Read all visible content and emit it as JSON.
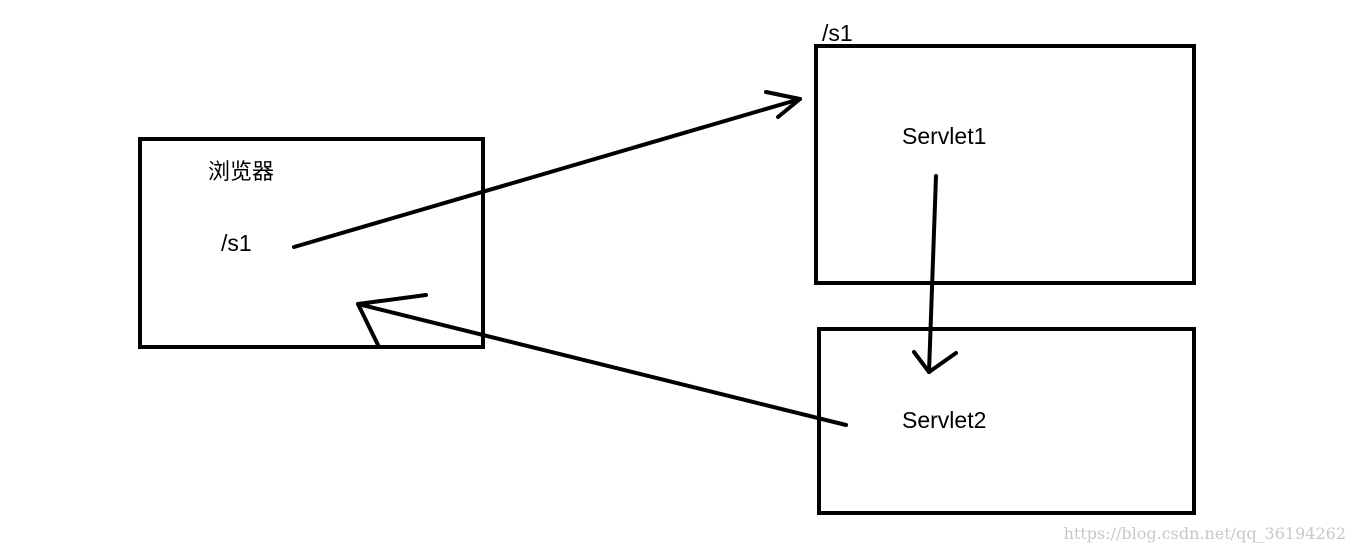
{
  "browser": {
    "title": "浏览器",
    "path": "/s1"
  },
  "servlet1": {
    "path": "/s1",
    "label": "Servlet1"
  },
  "servlet2": {
    "label": "Servlet2"
  },
  "watermark": "https://blog.csdn.net/qq_36194262"
}
